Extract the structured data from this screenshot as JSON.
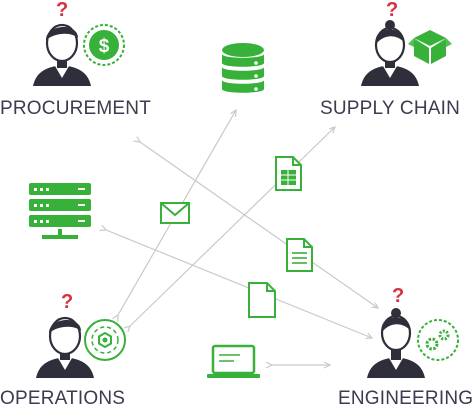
{
  "colors": {
    "green": "#38b13a",
    "dark": "#2e2f3b",
    "question": "#d4323e",
    "line": "#c9c9cc",
    "label": "#3b3c4f"
  },
  "roles": {
    "procurement": {
      "label": "PROCUREMENT",
      "question": "?",
      "badge_icon": "dollar-icon"
    },
    "supply_chain": {
      "label": "SUPPLY CHAIN",
      "question": "?",
      "badge_icon": "box-icon"
    },
    "operations": {
      "label": "OPERATIONS",
      "question": "?",
      "badge_icon": "gear-cycle-icon"
    },
    "engineering": {
      "label": "ENGINEERING",
      "question": "?",
      "badge_icon": "gears-icon"
    }
  },
  "icons": [
    "database-icon",
    "server-icon",
    "envelope-icon",
    "spreadsheet-icon",
    "document-icon",
    "page-icon",
    "laptop-icon"
  ]
}
